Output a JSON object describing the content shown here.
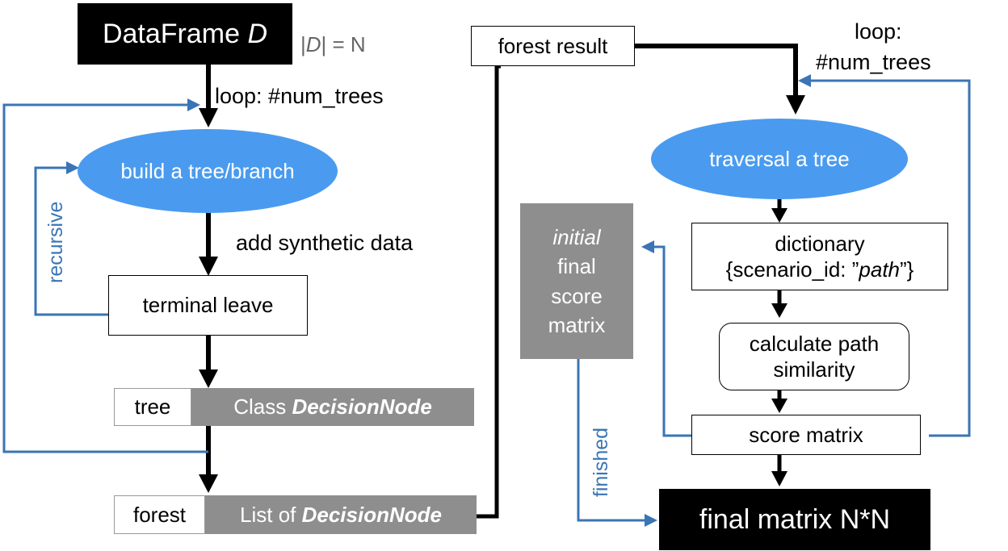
{
  "nodes": {
    "dataframe": {
      "prefix": "DataFrame ",
      "var": "D"
    },
    "size_label": {
      "pre": "|",
      "var": "D",
      "post": "| = N"
    },
    "build_tree": "build a tree/branch",
    "terminal_leave": "terminal leave",
    "tree_label": "tree",
    "tree_class": {
      "prefix": "Class ",
      "name": "DecisionNode"
    },
    "forest_label": "forest",
    "forest_list": {
      "prefix": "List of ",
      "name": "DecisionNode"
    },
    "forest_result": "forest result",
    "traversal": "traversal a tree",
    "dictionary": {
      "line1": "dictionary",
      "line2_pre": "{scenario_id: ”",
      "line2_ital": "path",
      "line2_post": "”}"
    },
    "calc_path": {
      "line1": "calculate path",
      "line2": "similarity"
    },
    "score_matrix": "score matrix",
    "initial_matrix": {
      "line1": "initial",
      "line2": "final",
      "line3": "score",
      "line4": "matrix"
    },
    "final_matrix": "final matrix N*N"
  },
  "edge_labels": {
    "loop_left": "loop: #num_trees",
    "add_synthetic": "add synthetic data",
    "recursive": "recursive",
    "loop_right_1": "loop:",
    "loop_right_2": "#num_trees",
    "finished": "finished"
  },
  "colors": {
    "black": "#000000",
    "blue_line": "#3a75b5",
    "ellipse_blue": "#4a9bef",
    "gray_box": "#8e8e8e"
  }
}
